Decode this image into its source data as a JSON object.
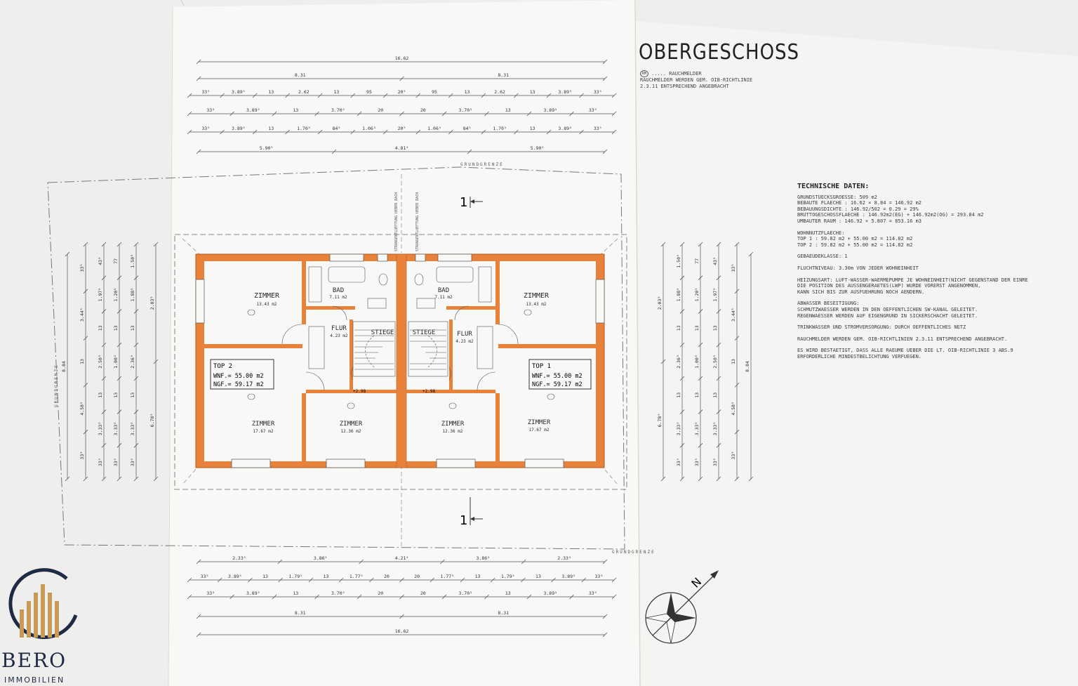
{
  "sheet": {
    "title": "OBERGESCHOSS",
    "legend_lines": [
      "..... RAUCHMELDER",
      "RAUCHMELDER WERDEN GEM. OIB-RICHTLINIE",
      "2.3.11 ENTSPRECHEND ANGEBRACHT"
    ],
    "legend_symbol": "RM"
  },
  "tech_data": {
    "heading": "TECHNISCHE DATEN:",
    "lines": [
      "GRUNDSTUECKSGROESSE: 509 m2",
      "BEBAUTE FLAECHE : 16.62 × 8.84 = 146.92 m2",
      "BEBAUUNGSDICHTE : 146.92/502 = 0.29 = 29%",
      "BRUTTOGESCHOSSFLAECHE : 146.92m2(EG) + 146.92m2(OG) = 293.84 m2",
      "UMBAUTER RAUM : 146.92 × 5.807 = 853.16 m3",
      "",
      "WOHNNUTZFLAECHE:",
      "TOP 1 : 59.82 m2 + 55.00 m2 = 114.82 m2",
      "TOP 2 : 59.82 m2 + 55.00 m2 = 114.82 m2",
      "",
      "GEBAEUDEKLASSE: 1",
      "",
      "FLUCHTNIVEAU: 3.30m VON JEDER WOHNEINHEIT",
      "",
      "HEIZUNGSART: LUFT-WASSER-WAERMEPUMPE JE WOHNEINHEIT(NICHT GEGENSTAND DER EINRE",
      "DIE POSITION DES AUSSENGERAETES(LWP) WURDE VORERST ANGENOMMEN,",
      "KANN SICH BIS ZUR AUSFUEHRUNG NOCH AENDERN.",
      "",
      "ABWASSER BESEITIGUNG:",
      "SCHMUTZWAESSER WERDEN IN DEN OEFFENTLICHEN SW-KANAL GELEITET.",
      "REGENWAESSER WERDEN AUF EIGENGRUND IN SICKERSCHACHT GELEITET.",
      "",
      "TRINKWASSER UND STROMVERSORGUNG: DURCH OEFFENTLICHES NETZ",
      "",
      "RAUCHMELDER WERDEN GEM. OIB-RICHTLINIEN 2.3.11 ENTSPRECHEND ANGEBRACHT.",
      "",
      "ES WIRD BESTAETIGT, DASS ALLE RAEUME UEBER DIE LT. OIB-RICHTLINIE 3 ABS.9",
      "ERFORDERLICHE MINDESTBELICHTUNG VERFUEGEN."
    ]
  },
  "labels": {
    "grundgrenze_top": "GRUNDGRENZE",
    "grundgrenze_bottom": "GRUNDGRENZE",
    "grundgrenze_left": "GRUNDGRENZE",
    "section_marker": "1",
    "stair_arrow_note": "STRANGENTLUEFTUNG UEBER DACH"
  },
  "rooms": [
    {
      "name": "ZIMMER",
      "area": "13.43 m2"
    },
    {
      "name": "BAD",
      "area": "7.11 m2"
    },
    {
      "name": "FLUR",
      "area": "4.23 m2"
    },
    {
      "name": "STIEGE",
      "area": ""
    },
    {
      "name": "ZIMMER",
      "area": "17.67 m2"
    },
    {
      "name": "ZIMMER",
      "area": "12.36 m2"
    },
    {
      "name": "BAD",
      "area": "7.11 m2"
    },
    {
      "name": "ZIMMER",
      "area": "13.43 m2"
    },
    {
      "name": "STIEGE",
      "area": ""
    },
    {
      "name": "FLUR",
      "area": "4.23 m2"
    },
    {
      "name": "ZIMMER",
      "area": "12.36 m2"
    },
    {
      "name": "ZIMMER",
      "area": "17.67 m2"
    }
  ],
  "units": [
    {
      "name": "TOP 2",
      "wnf": "WNF.= 55.00 m2",
      "ngf": "NGF.= 59.17 m2"
    },
    {
      "name": "TOP 1",
      "wnf": "WNF.= 55.00 m2",
      "ngf": "NGF.= 59.17 m2"
    }
  ],
  "levels": [
    "+2.98",
    "+2.98"
  ],
  "dims_top": {
    "row0": [
      "16.62"
    ],
    "row1": [
      "8.31",
      "8.31"
    ],
    "row2": [
      "33⁵",
      "3.89⁵",
      "13",
      "2.62",
      "13",
      "95",
      "20⁵",
      "95",
      "13",
      "2.62",
      "13",
      "3.89⁵",
      "33⁵"
    ],
    "row3": [
      "33⁵",
      "3.89⁵",
      "13",
      "3.70⁵",
      "20",
      "20",
      "3.70⁵",
      "13",
      "3.89⁵",
      "33⁵"
    ],
    "row4": [
      "33⁵",
      "3.89⁵",
      "13",
      "1.70⁵",
      "84⁵",
      "1.06⁵",
      "20⁵",
      "1.06⁵",
      "84⁵",
      "1.70⁵",
      "13",
      "3.89⁵",
      "33⁵"
    ],
    "row5": [
      "5.90⁵",
      "4.81⁵",
      "5.90⁵"
    ]
  },
  "dims_bottom": {
    "row0": [
      "2.33⁵",
      "3.86⁵",
      "4.21⁵",
      "3.86⁵",
      "2.33⁵"
    ],
    "row1": [
      "33⁵",
      "3.89⁵",
      "13",
      "1.79⁵",
      "13",
      "1.77⁵",
      "20",
      "20",
      "1.77⁵",
      "13",
      "1.79⁵",
      "13",
      "3.89⁵",
      "33⁵"
    ],
    "row2": [
      "33⁵",
      "3.89⁵",
      "13",
      "3.70⁵",
      "20",
      "20",
      "3.70⁵",
      "13",
      "3.89⁵",
      "33⁵"
    ],
    "row3": [
      "8.31",
      "8.31"
    ],
    "row4": [
      "16.62"
    ]
  },
  "dims_side": {
    "overall": "8.84",
    "left_cols": [
      [
        "33⁵",
        "3.44⁵",
        "13",
        "4.58⁵",
        "33⁵"
      ],
      [
        "43⁵",
        "1.97⁵",
        "13",
        "2.50⁵",
        "13",
        "3.33⁵",
        "33⁵"
      ],
      [
        "77",
        "1.20⁵",
        "13",
        "1.00⁵",
        "13",
        "3.33⁵",
        "33⁵"
      ],
      [
        "1.50⁵",
        "1.88⁵",
        "13",
        "2.36⁵",
        "13",
        "3.33⁵",
        "33⁵"
      ],
      [
        "2.03⁵",
        "6.78⁵"
      ]
    ]
  },
  "compass": {
    "letter": "N"
  },
  "brand": {
    "name": "BERO",
    "sub": "IMMOBILIEN"
  },
  "colors": {
    "wall": "#e8823a",
    "wall_edge": "#b35a1e",
    "line": "#555555",
    "paper": "#f7f7f5"
  }
}
